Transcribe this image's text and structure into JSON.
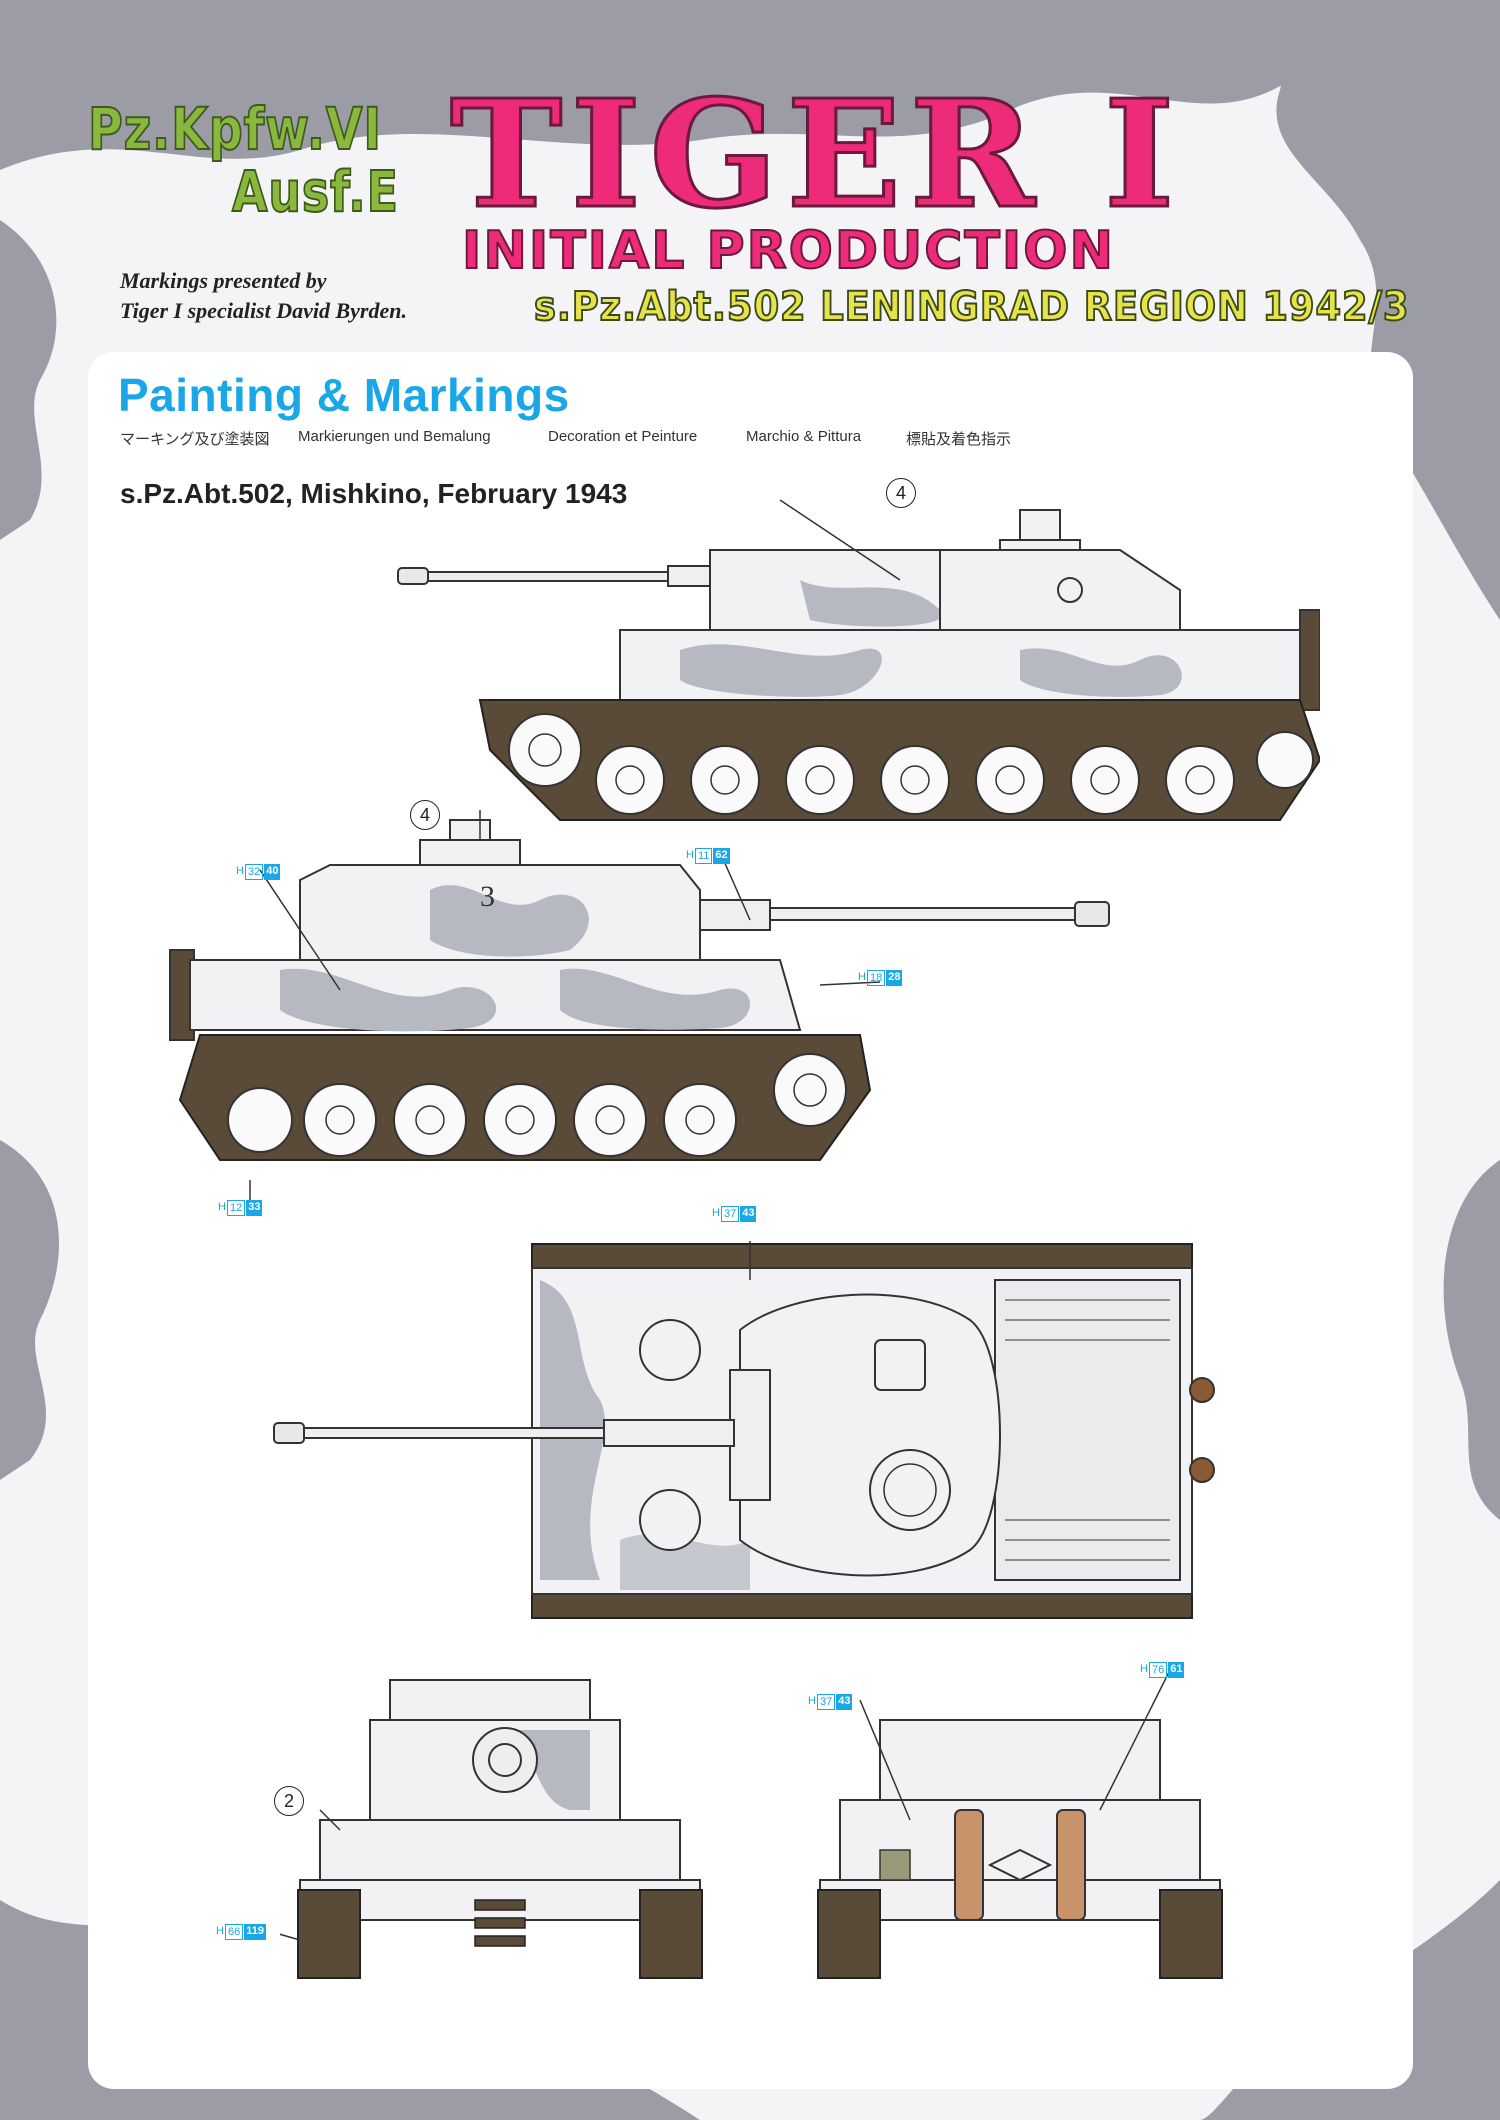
{
  "header": {
    "kit_name_line1": "Pz.Kpfw.VI",
    "kit_name_line2": "Ausf.E",
    "title": "TIGER I",
    "subtitle": "INITIAL PRODUCTION",
    "unit_line": "s.Pz.Abt.502 LENINGRAD REGION 1942/3",
    "credit_line1": "Markings presented by",
    "credit_line2": "Tiger I specialist David Byrden."
  },
  "section": {
    "title": "Painting & Markings",
    "languages": [
      "マーキング及び塗装図",
      "Markierungen und Bemalung",
      "Decoration et Peinture",
      "Marchio & Pittura",
      "標貼及着色指示"
    ],
    "caption": "s.Pz.Abt.502, Mishkino, February 1943"
  },
  "callouts": {
    "side_right_number": "4",
    "side_left_number": "4",
    "front_number": "2"
  },
  "part_refs": [
    {
      "prefix": "H",
      "a": "32",
      "b": "40"
    },
    {
      "prefix": "H",
      "a": "11",
      "b": "62"
    },
    {
      "prefix": "H",
      "a": "18",
      "b": "28"
    },
    {
      "prefix": "H",
      "a": "12",
      "b": "33"
    },
    {
      "prefix": "H",
      "a": "37",
      "b": "43"
    },
    {
      "prefix": "H",
      "a": "76",
      "b": "61"
    },
    {
      "prefix": "H",
      "a": "37",
      "b": "43"
    },
    {
      "prefix": "H",
      "a": "66",
      "b": "119"
    }
  ],
  "turret_marking": "3",
  "colors": {
    "camo_grey": "#9b9ca6",
    "page_bg": "#f4f4f6",
    "panel_bg": "#ffffff",
    "accent_blue": "#1aa7e8",
    "title_pink": "#ee2a7b",
    "kit_green": "#8ab73e",
    "tank_white": "#f2f2f4",
    "track_brown": "#5a4a38"
  }
}
